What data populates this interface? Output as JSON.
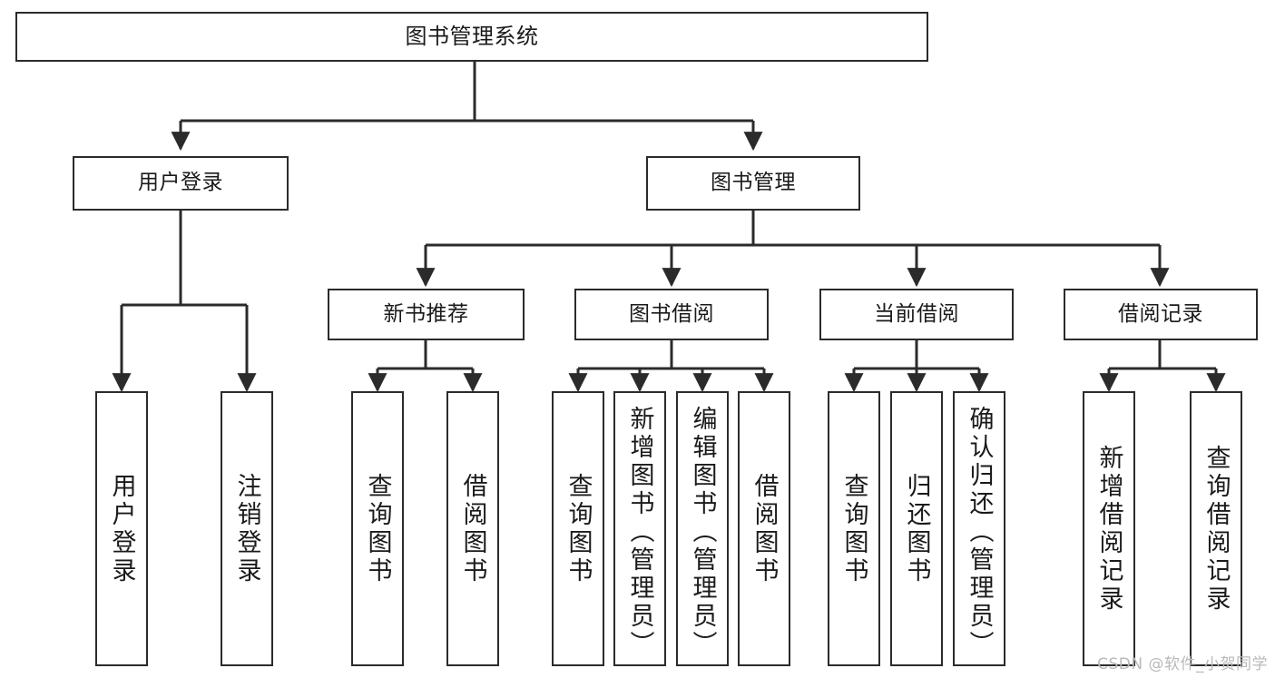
{
  "diagram": {
    "type": "tree",
    "title": "图书管理系统",
    "watermark": "CSDN @软件_小贺同学",
    "colors": {
      "box_border": "#2b2b2b",
      "box_fill": "#ffffff",
      "edge": "#2b2b2b",
      "text": "#1a1a1a",
      "watermark": "#b9b9b9"
    },
    "nodes": {
      "root": {
        "label": "图书管理系统",
        "level": 0
      },
      "l1": [
        {
          "id": "user_login",
          "label": "用户登录"
        },
        {
          "id": "book_mgmt",
          "label": "图书管理"
        }
      ],
      "l2": [
        {
          "id": "new_book_rec",
          "label": "新书推荐",
          "parent": "book_mgmt"
        },
        {
          "id": "book_borrow",
          "label": "图书借阅",
          "parent": "book_mgmt"
        },
        {
          "id": "current_borrow",
          "label": "当前借阅",
          "parent": "book_mgmt"
        },
        {
          "id": "borrow_record",
          "label": "借阅记录",
          "parent": "book_mgmt"
        }
      ],
      "leaves": [
        {
          "id": "leaf_user_login",
          "label": "用户登录",
          "parent": "user_login"
        },
        {
          "id": "leaf_user_logout",
          "label": "注销登录",
          "parent": "user_login"
        },
        {
          "id": "leaf_query_book_1",
          "label": "查询图书",
          "parent": "new_book_rec"
        },
        {
          "id": "leaf_borrow_book_1",
          "label": "借阅图书",
          "parent": "new_book_rec"
        },
        {
          "id": "leaf_query_book_2",
          "label": "查询图书",
          "parent": "book_borrow"
        },
        {
          "id": "leaf_add_book",
          "label": "新增图书（管理员）",
          "parent": "book_borrow"
        },
        {
          "id": "leaf_edit_book",
          "label": "编辑图书（管理员）",
          "parent": "book_borrow"
        },
        {
          "id": "leaf_borrow_book_2",
          "label": "借阅图书",
          "parent": "book_borrow"
        },
        {
          "id": "leaf_query_book_3",
          "label": "查询图书",
          "parent": "current_borrow"
        },
        {
          "id": "leaf_return_book",
          "label": "归还图书",
          "parent": "current_borrow"
        },
        {
          "id": "leaf_confirm_return",
          "label": "确认归还（管理员）",
          "parent": "current_borrow"
        },
        {
          "id": "leaf_add_record",
          "label": "新增借阅记录",
          "parent": "borrow_record"
        },
        {
          "id": "leaf_query_record",
          "label": "查询借阅记录",
          "parent": "borrow_record"
        }
      ]
    }
  }
}
